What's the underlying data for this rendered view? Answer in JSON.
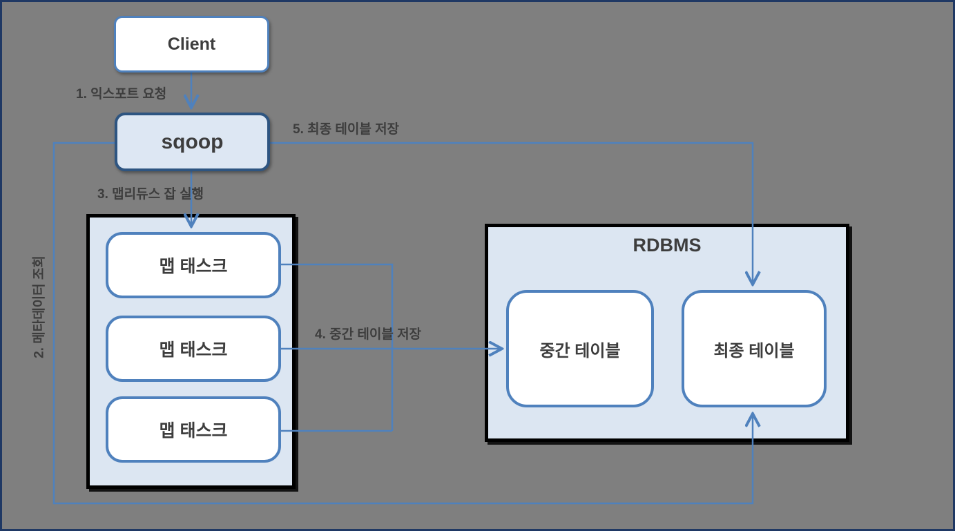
{
  "diagram": {
    "description_labels": {
      "step1": "1. 익스포트 요청",
      "step2": "2. 메타데이터 조회",
      "step3": "3. 맵리듀스 잡 실행",
      "step4": "4. 중간 테이블 저장",
      "step5": "5. 최종 테이블 저장"
    },
    "nodes": {
      "client": {
        "label": "Client"
      },
      "sqoop": {
        "label": "sqoop"
      },
      "map_container": {
        "tasks": [
          {
            "label": "맵 태스크"
          },
          {
            "label": "맵 태스크"
          },
          {
            "label": "맵 태스크"
          }
        ]
      },
      "rdbms": {
        "label": "RDBMS",
        "tables": [
          {
            "label": "중간 테이블"
          },
          {
            "label": "최종 테이블"
          }
        ]
      }
    },
    "colors": {
      "background": "#7f7f7f",
      "frame_border": "#1f3864",
      "connector_blue": "#4f81bd",
      "node_border_blue": "#4f81bd",
      "sqoop_border": "#2e5581",
      "container_fill": "#dce6f2",
      "container_border": "#000000",
      "node_fill": "#ffffff",
      "text": "#3d3d3d"
    }
  }
}
